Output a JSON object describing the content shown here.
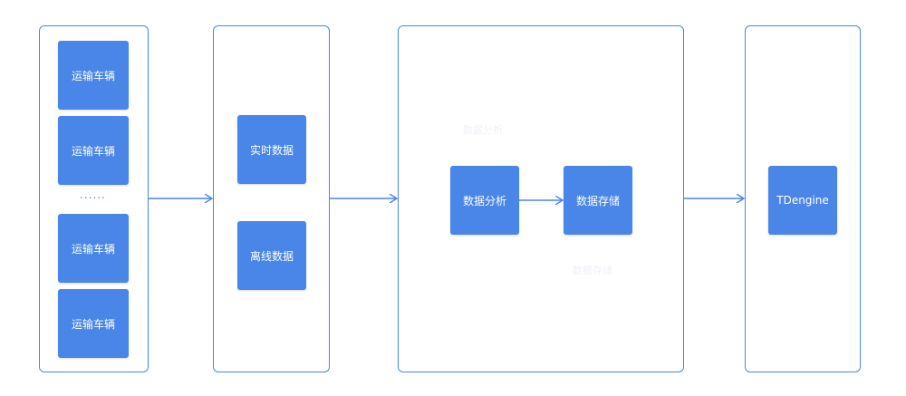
{
  "sources": {
    "items": [
      "运输车辆",
      "运输车辆",
      "运输车辆",
      "运输车辆"
    ],
    "ellipsis": "......"
  },
  "data_types": {
    "realtime": "实时数据",
    "offline": "离线数据"
  },
  "processing": {
    "analysis": "数据分析",
    "storage": "数据存储",
    "ghost_top": "数据分析",
    "ghost_bottom": "数据存储"
  },
  "target": {
    "label": "TDengine"
  },
  "colors": {
    "accent": "#4a86e8",
    "node_text": "#ffffff"
  }
}
